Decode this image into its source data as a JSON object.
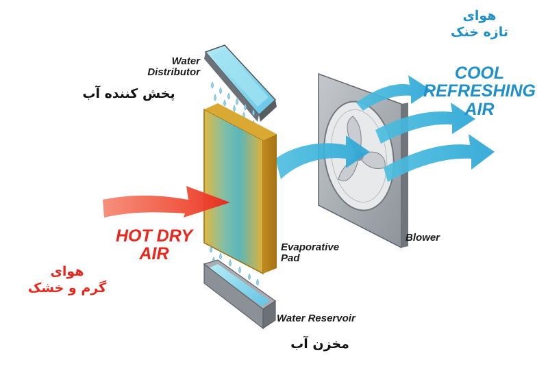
{
  "labels": {
    "water_distributor_en": [
      "Water",
      "Distributor"
    ],
    "water_distributor_fa": "پخش کننده آب",
    "hot_air_en": [
      "HOT DRY",
      "AIR"
    ],
    "hot_air_fa": [
      "هوای",
      "گرم و خشک"
    ],
    "evaporative_pad_en": [
      "Evaporative",
      "Pad"
    ],
    "water_reservoir_en": "Water Reservoir",
    "water_reservoir_fa": "مخزن آب",
    "blower_en": "Blower",
    "cool_air_en": [
      "COOL",
      "REFRESHING",
      "AIR"
    ],
    "cool_air_fa": [
      "هوای",
      "تازه خنک"
    ]
  },
  "colors": {
    "hot_air": "#e8261c",
    "cool_air": "#1e8fc9",
    "pad_yellow": "#e3b53b",
    "pad_teal": "#5fb9b5",
    "water": "#8ad4ea",
    "frame_grey": "#9aa0a6"
  }
}
